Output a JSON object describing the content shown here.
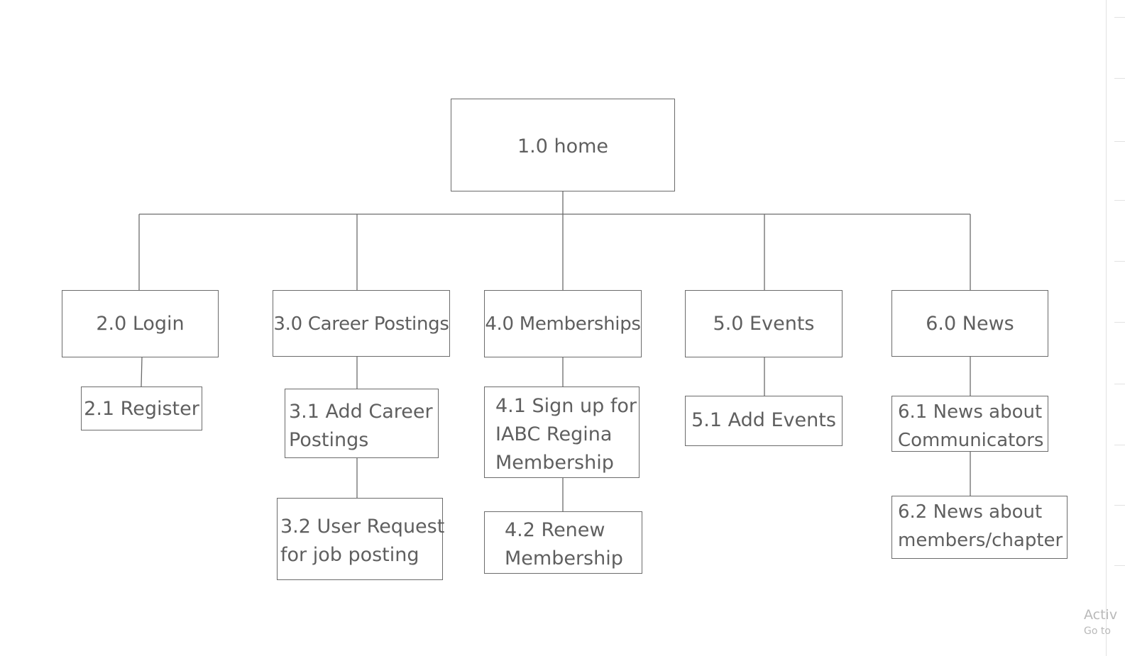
{
  "nodes": {
    "home": "1.0 home",
    "login": "2.0 Login",
    "register": "2.1 Register",
    "career_postings": "3.0 Career Postings",
    "add_career_postings": "3.1 Add Career\nPostings",
    "user_request": "3.2 User Request\nfor job posting",
    "memberships": "4.0 Memberships",
    "sign_up": "4.1 Sign up for\nIABC Regina\nMembership",
    "renew": "4.2 Renew\nMembership",
    "events": "5.0 Events",
    "add_events": "5.1 Add Events",
    "news": "6.0 News",
    "news_communicators": "6.1 News about\nCommunicators",
    "news_members": "6.2 News about\nmembers/chapter"
  },
  "watermark": {
    "line1": "Activ",
    "line2": "Go to"
  },
  "colors": {
    "stroke": "#6b6b6b",
    "text": "#5f5f5f",
    "watermark": "#b9b9b9"
  }
}
